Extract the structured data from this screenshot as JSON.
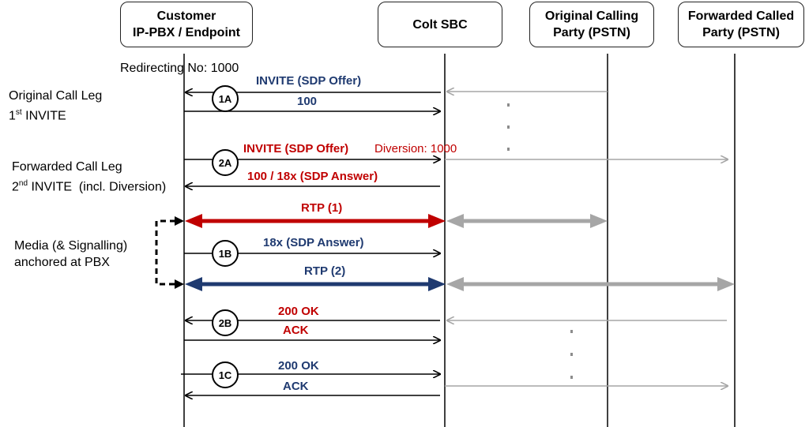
{
  "participants": {
    "pbx": {
      "line1": "Customer",
      "line2": "IP-PBX / Endpoint"
    },
    "sbc": {
      "line1": "Colt SBC"
    },
    "calling": {
      "line1": "Original Calling",
      "line2": "Party (PSTN)"
    },
    "called": {
      "line1": "Forwarded Called",
      "line2": "Party (PSTN)"
    }
  },
  "redirecting_label": "Redirecting No: 1000",
  "side_labels": {
    "original_leg": {
      "line1": "Original Call Leg",
      "line2_pre": "1",
      "line2_sup": "st",
      "line2_post": " INVITE"
    },
    "forwarded_leg": {
      "line1": "Forwarded Call Leg",
      "line2_pre": "2",
      "line2_sup": "nd",
      "line2_post": " INVITE  (incl. Diversion)"
    },
    "media": {
      "line1": "Media (& Signalling)",
      "line2": "anchored at PBX"
    }
  },
  "steps": {
    "s1a": "1A",
    "s2a": "2A",
    "s1b": "1B",
    "s2b": "2B",
    "s1c": "1C"
  },
  "messages": {
    "invite_1a": "INVITE (SDP Offer)",
    "m100_1a": "100",
    "invite_2a": "INVITE (SDP Offer)",
    "diversion_2a": "Diversion: 1000",
    "resp_2a": "100 / 18x (SDP Answer)",
    "rtp1": "RTP (1)",
    "answer_1b": "18x (SDP Answer)",
    "rtp2": "RTP (2)",
    "ok_2b": "200 OK",
    "ack_2b": "ACK",
    "ok_1c": "200 OK",
    "ack_1c": "ACK"
  },
  "colors": {
    "navy": "#1f3a70",
    "red": "#c00000",
    "gray": "#a6a6a6",
    "black": "#000000"
  }
}
